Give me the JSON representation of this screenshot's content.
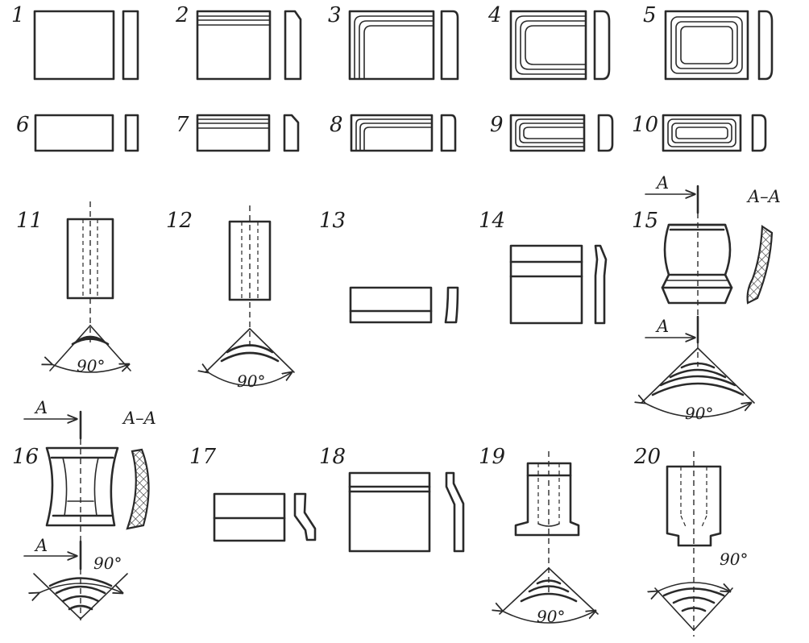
{
  "figure_numbers": [
    "1",
    "2",
    "3",
    "4",
    "5",
    "6",
    "7",
    "8",
    "9",
    "10",
    "11",
    "12",
    "13",
    "14",
    "15",
    "16",
    "17",
    "18",
    "19",
    "20"
  ],
  "angle_label": "90°",
  "section_marker": "A",
  "section_title": "A–A"
}
